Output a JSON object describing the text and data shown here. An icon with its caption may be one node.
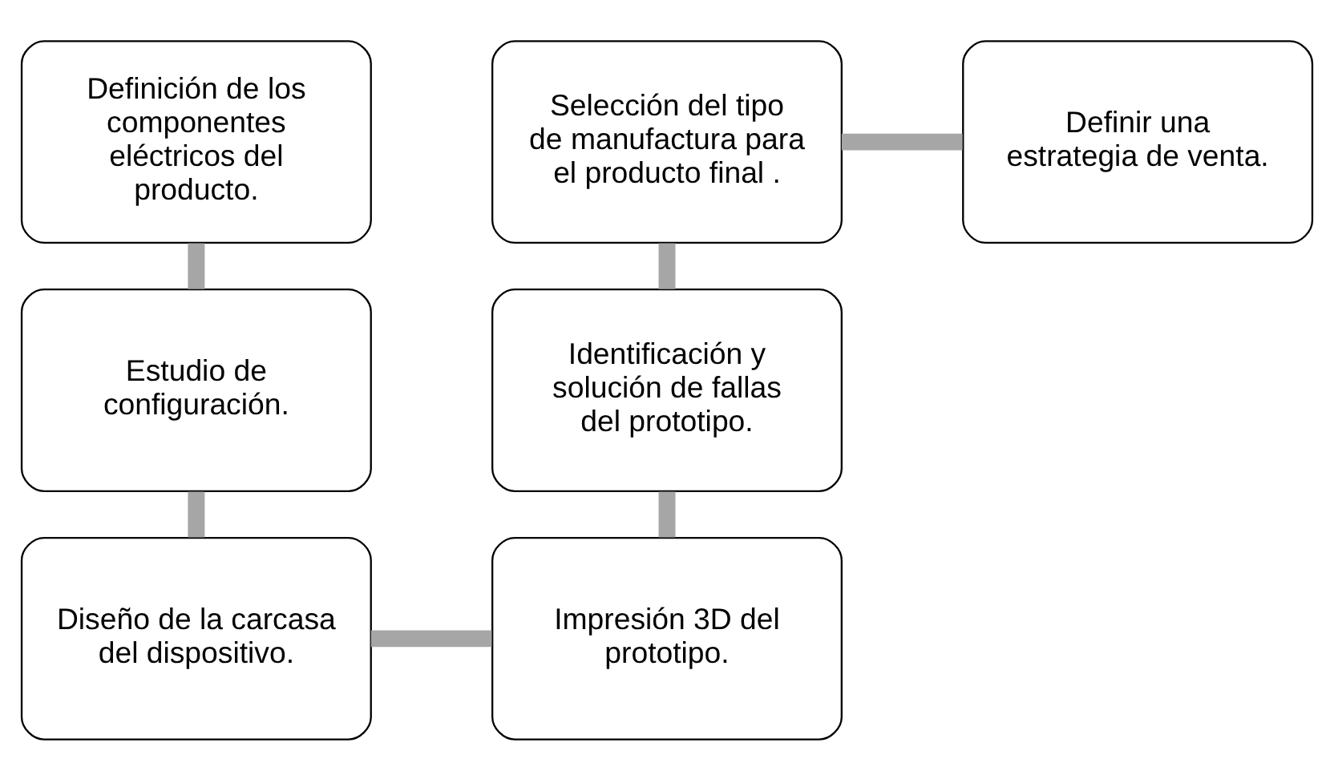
{
  "diagram": {
    "nodes": [
      {
        "text": [
          "Definición de los componentes eléctricos del producto."
        ]
      },
      {
        "text": [
          "Estudio de configuración."
        ]
      },
      {
        "text": [
          "Diseño de la carcasa del dispositivo."
        ]
      },
      {
        "text": [
          "Impresión 3D del prototipo."
        ]
      },
      {
        "text": [
          "Identificación y solución de fallas del prototipo."
        ]
      },
      {
        "text": [
          "Selección del tipo de manufactura para el producto final ."
        ]
      },
      {
        "text": [
          "Definir una estrategia de venta."
        ]
      }
    ],
    "edges": [
      {
        "from": 0,
        "to": 1,
        "arrow": "none"
      },
      {
        "from": 1,
        "to": 2,
        "arrow": "none"
      },
      {
        "from": 2,
        "to": 3,
        "arrow": "none"
      },
      {
        "from": 3,
        "to": 4,
        "arrow": "none"
      },
      {
        "from": 4,
        "to": 5,
        "arrow": "none"
      },
      {
        "from": 5,
        "to": 6,
        "arrow": "none"
      }
    ]
  }
}
